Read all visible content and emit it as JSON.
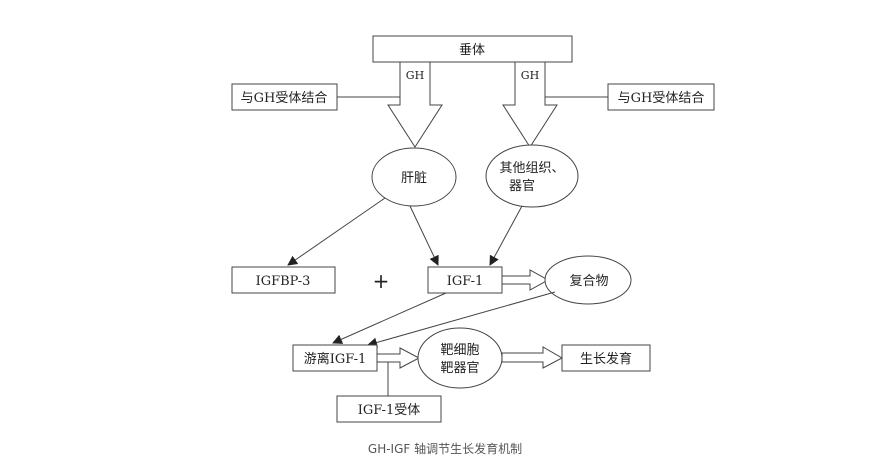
{
  "diagram": {
    "pituitary": "垂体",
    "gh_left": "GH",
    "gh_right": "GH",
    "receptor_left": "与GH受体结合",
    "receptor_right": "与GH受体结合",
    "liver": "肝脏",
    "other_line1": "其他组织、",
    "other_line2": "器官",
    "igfbp3": "IGFBP-3",
    "plus": "+",
    "igf1": "IGF-1",
    "complex": "复合物",
    "free_igf1": "游离IGF-1",
    "target_line1": "靶细胞",
    "target_line2": "靶器官",
    "growth": "生长发育",
    "igf1_receptor": "IGF-1受体"
  },
  "caption": "GH-IGF 轴调节生长发育机制"
}
